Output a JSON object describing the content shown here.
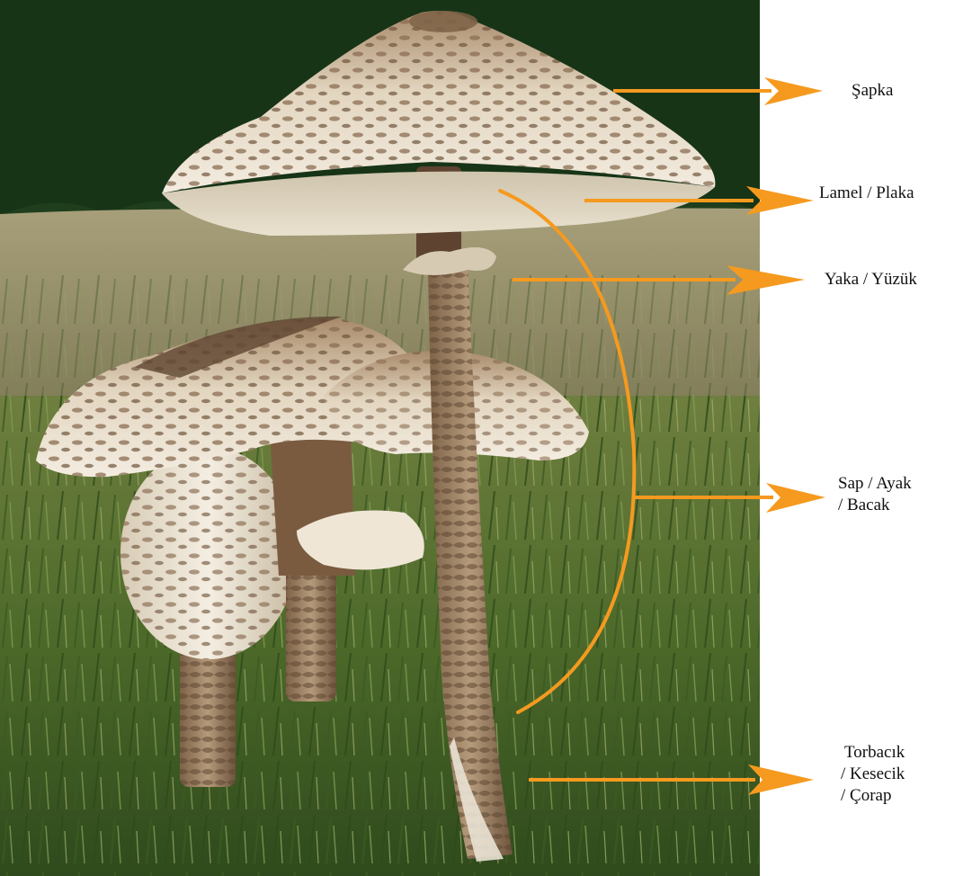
{
  "parts": [
    {
      "id": "cap",
      "lines": [
        "Şapka"
      ]
    },
    {
      "id": "gills",
      "lines": [
        "Lamel / Plaka"
      ]
    },
    {
      "id": "ring",
      "lines": [
        "Yaka / Yüzük"
      ]
    },
    {
      "id": "stem",
      "lines": [
        "Sap / Ayak",
        "/ Bacak"
      ]
    },
    {
      "id": "volva",
      "lines": [
        "Torbacık",
        "/ Kesecik",
        "/ Çorap"
      ]
    }
  ],
  "colors": {
    "arrow": "#f59a1f",
    "background": "#ffffff",
    "label_text": "#111111",
    "forest": "#1e3d1c",
    "meadow": "#8f8a62",
    "grass": "#56712f",
    "cap_surface": "#efe6d6",
    "cap_scales": "#8a6d52",
    "stem": "#9b7f62"
  }
}
